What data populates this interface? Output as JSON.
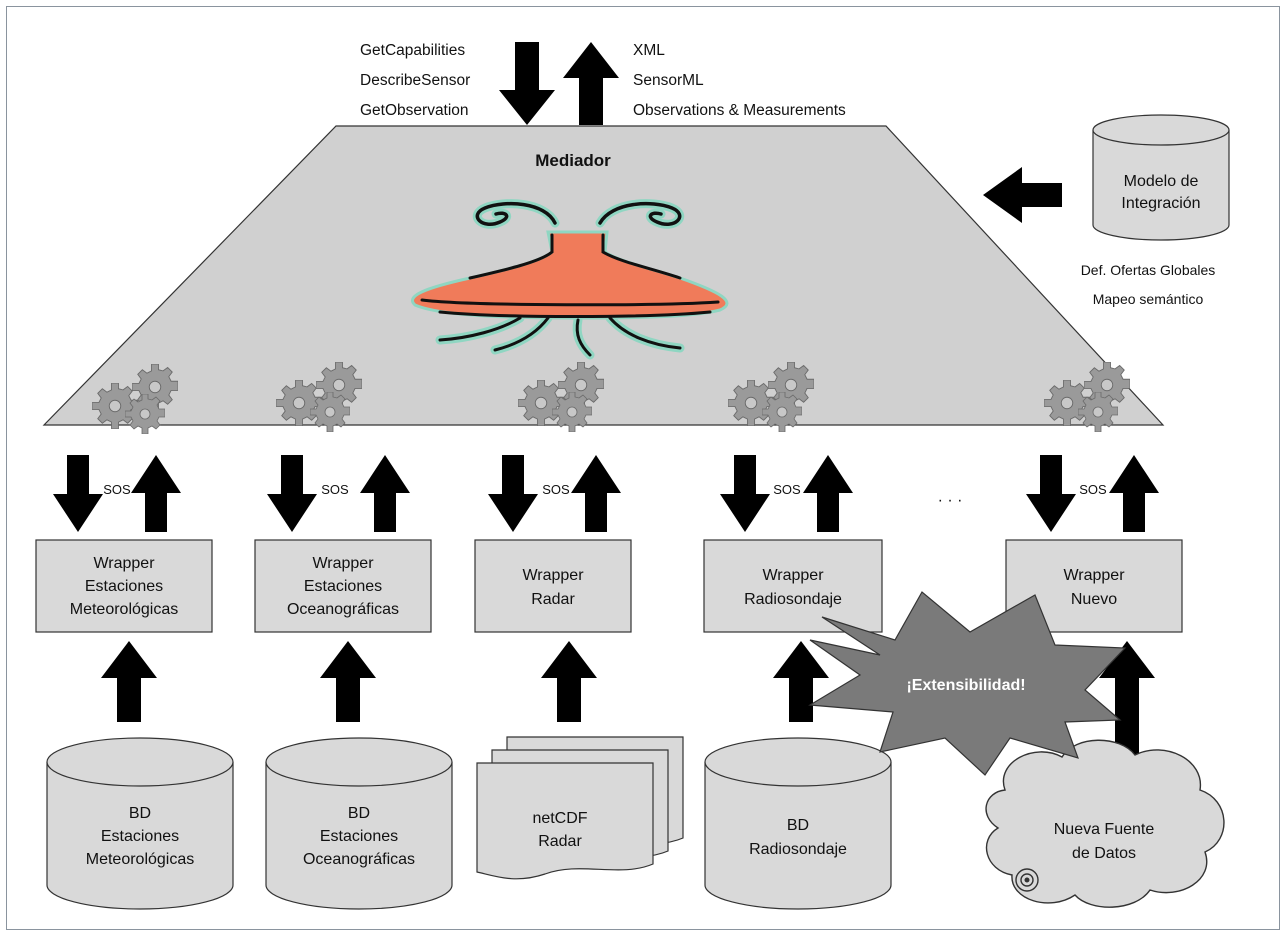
{
  "top_requests": [
    "GetCapabilities",
    "DescribeSensor",
    "GetObservation"
  ],
  "top_responses": [
    "XML",
    "SensorML",
    "Observations & Measurements"
  ],
  "mediator": {
    "title": "Mediador"
  },
  "integration_model": {
    "label_line1": "Modelo de",
    "label_line2": "Integración",
    "note_line1": "Def. Ofertas Globales",
    "note_line2": "Mapeo semántico"
  },
  "protocol_label": "SOS",
  "ellipsis": "· · ·",
  "wrappers": [
    {
      "lines": [
        "Wrapper",
        "Estaciones",
        "Meteorológicas"
      ]
    },
    {
      "lines": [
        "Wrapper",
        "Estaciones",
        "Oceanográficas"
      ]
    },
    {
      "lines": [
        "Wrapper",
        "Radar"
      ]
    },
    {
      "lines": [
        "Wrapper",
        "Radiosondaje"
      ]
    },
    {
      "lines": [
        "Wrapper",
        "Nuevo"
      ]
    }
  ],
  "sources": [
    {
      "kind": "database",
      "lines": [
        "BD",
        "Estaciones",
        "Meteorológicas"
      ]
    },
    {
      "kind": "database",
      "lines": [
        "BD",
        "Estaciones",
        "Oceanográficas"
      ]
    },
    {
      "kind": "files",
      "lines": [
        "netCDF",
        "Radar"
      ]
    },
    {
      "kind": "database",
      "lines": [
        "BD",
        "Radiosondaje"
      ]
    },
    {
      "kind": "cloud",
      "lines": [
        "Nueva Fuente",
        "de Datos"
      ]
    }
  ],
  "burst_label": "¡Extensibilidad!",
  "colors": {
    "box_fill": "#d9d9d9",
    "mediator_fill": "#d0d0d0",
    "jellyfish": "#f07b5a",
    "jellyfish_glow": "#8fd6c2",
    "burst": "#7a7a7a",
    "arrow": "#000000"
  }
}
